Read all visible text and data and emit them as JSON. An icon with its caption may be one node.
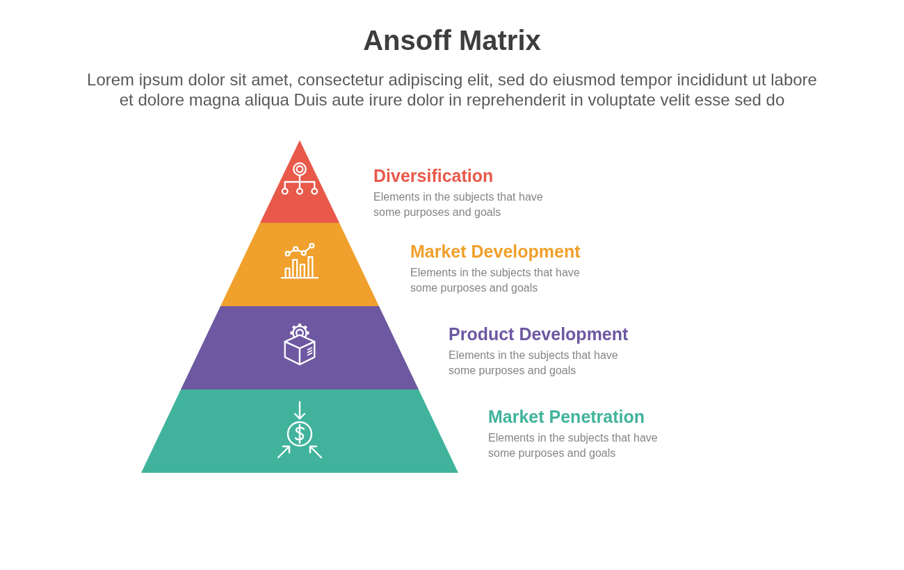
{
  "diagram": {
    "title": "Ansoff Matrix",
    "caption": "Lorem ipsum dolor sit amet, consectetur adipiscing elit, sed do eiusmod tempor incididunt ut labore et dolore magna aliqua Duis aute irure dolor in reprehenderit in voluptate velit esse sed do",
    "nodes": [
      {
        "text": [],
        "shape": "triangle",
        "beside": [
          "Diversification",
          "Elements in the subjects that have some purposes and goals"
        ]
      },
      {
        "text": [],
        "shape": "trapezoid",
        "beside": [
          "Market Development",
          "Elements in the subjects that have some purposes and goals"
        ]
      },
      {
        "text": [],
        "shape": "trapezoid",
        "beside": [
          "Product Development",
          "Elements in the subjects that have some purposes and goals"
        ]
      },
      {
        "text": [],
        "shape": "trapezoid",
        "beside": [
          "Market Penetration",
          "Elements in the subjects that have some purposes and goals"
        ]
      }
    ],
    "edges": []
  }
}
